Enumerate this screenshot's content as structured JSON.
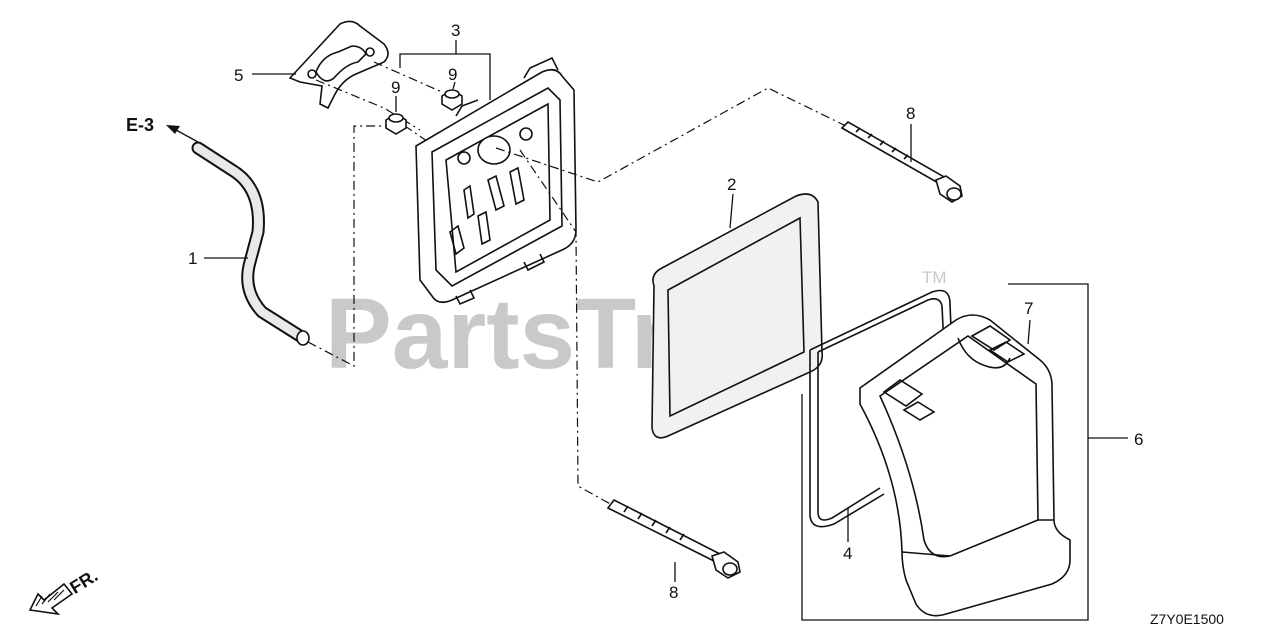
{
  "watermark": {
    "text": "PartsTree",
    "trademark": "TM"
  },
  "diagram_code": "Z7Y0E1500",
  "references": {
    "section": "E-3",
    "front": "FR."
  },
  "callouts": [
    {
      "id": "c1",
      "label": "1"
    },
    {
      "id": "c2",
      "label": "2"
    },
    {
      "id": "c3",
      "label": "3"
    },
    {
      "id": "c4",
      "label": "4"
    },
    {
      "id": "c5",
      "label": "5"
    },
    {
      "id": "c6",
      "label": "6"
    },
    {
      "id": "c7",
      "label": "7"
    },
    {
      "id": "c8a",
      "label": "8"
    },
    {
      "id": "c8b",
      "label": "8"
    },
    {
      "id": "c9a",
      "label": "9"
    },
    {
      "id": "c9b",
      "label": "9"
    }
  ]
}
